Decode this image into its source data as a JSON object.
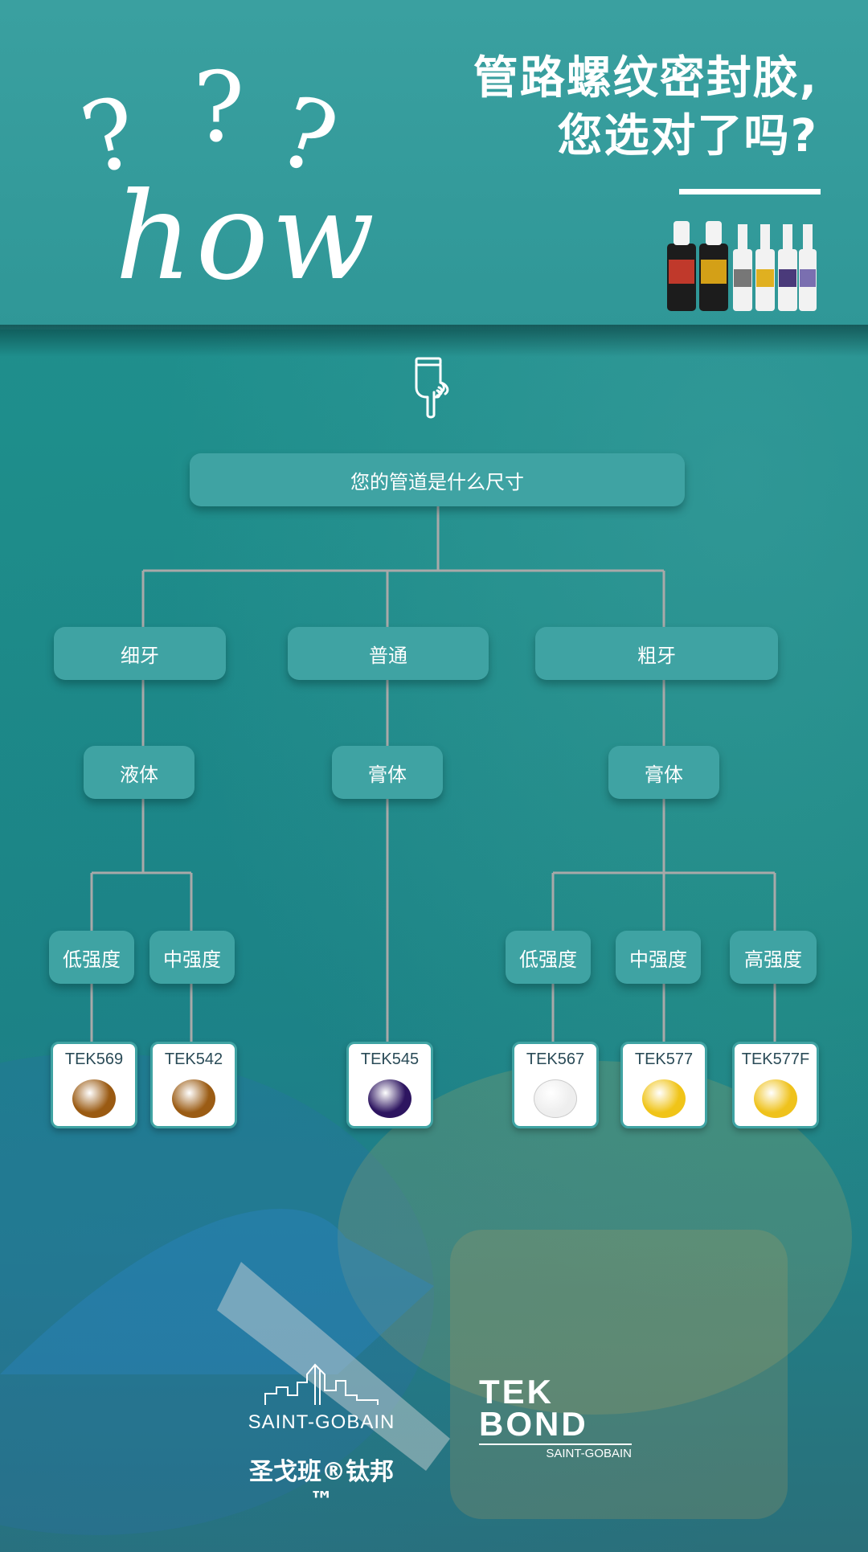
{
  "header": {
    "title_line1": "管路螺纹密封胶,",
    "title_line2": "您选对了吗?",
    "how_word": "how",
    "question_marks": [
      "?",
      "?",
      "?"
    ]
  },
  "pointer": {
    "icon": "pointing-hand-icon"
  },
  "tree": {
    "root": "您的管道是什么尺寸",
    "threads": [
      "细牙",
      "普通",
      "粗牙"
    ],
    "forms": [
      "液体",
      "膏体",
      "膏体"
    ],
    "strengths_fine": [
      "低强度",
      "中强度"
    ],
    "strengths_coarse": [
      "低强度",
      "中强度",
      "高强度"
    ]
  },
  "products": [
    {
      "name": "TEK569",
      "color": "#9a5a12"
    },
    {
      "name": "TEK542",
      "color": "#9b5c14"
    },
    {
      "name": "TEK545",
      "color": "#2d1560"
    },
    {
      "name": "TEK567",
      "color": "#eeeeee"
    },
    {
      "name": "TEK577",
      "color": "#f0c418"
    },
    {
      "name": "TEK577F",
      "color": "#efc21c"
    }
  ],
  "brands": {
    "saint_gobain": "SAINT-GOBAIN",
    "saint_gobain_cn": "圣戈班®钛邦™",
    "tekbond_line1": "TEK",
    "tekbond_line2": "BOND",
    "tekbond_sub": "SAINT-GOBAIN"
  },
  "colors": {
    "accent": "#3fa3a3",
    "header_bg": "#3aa0a0",
    "main_bg": "#1d8b89",
    "connector": "#a9a9a9"
  }
}
